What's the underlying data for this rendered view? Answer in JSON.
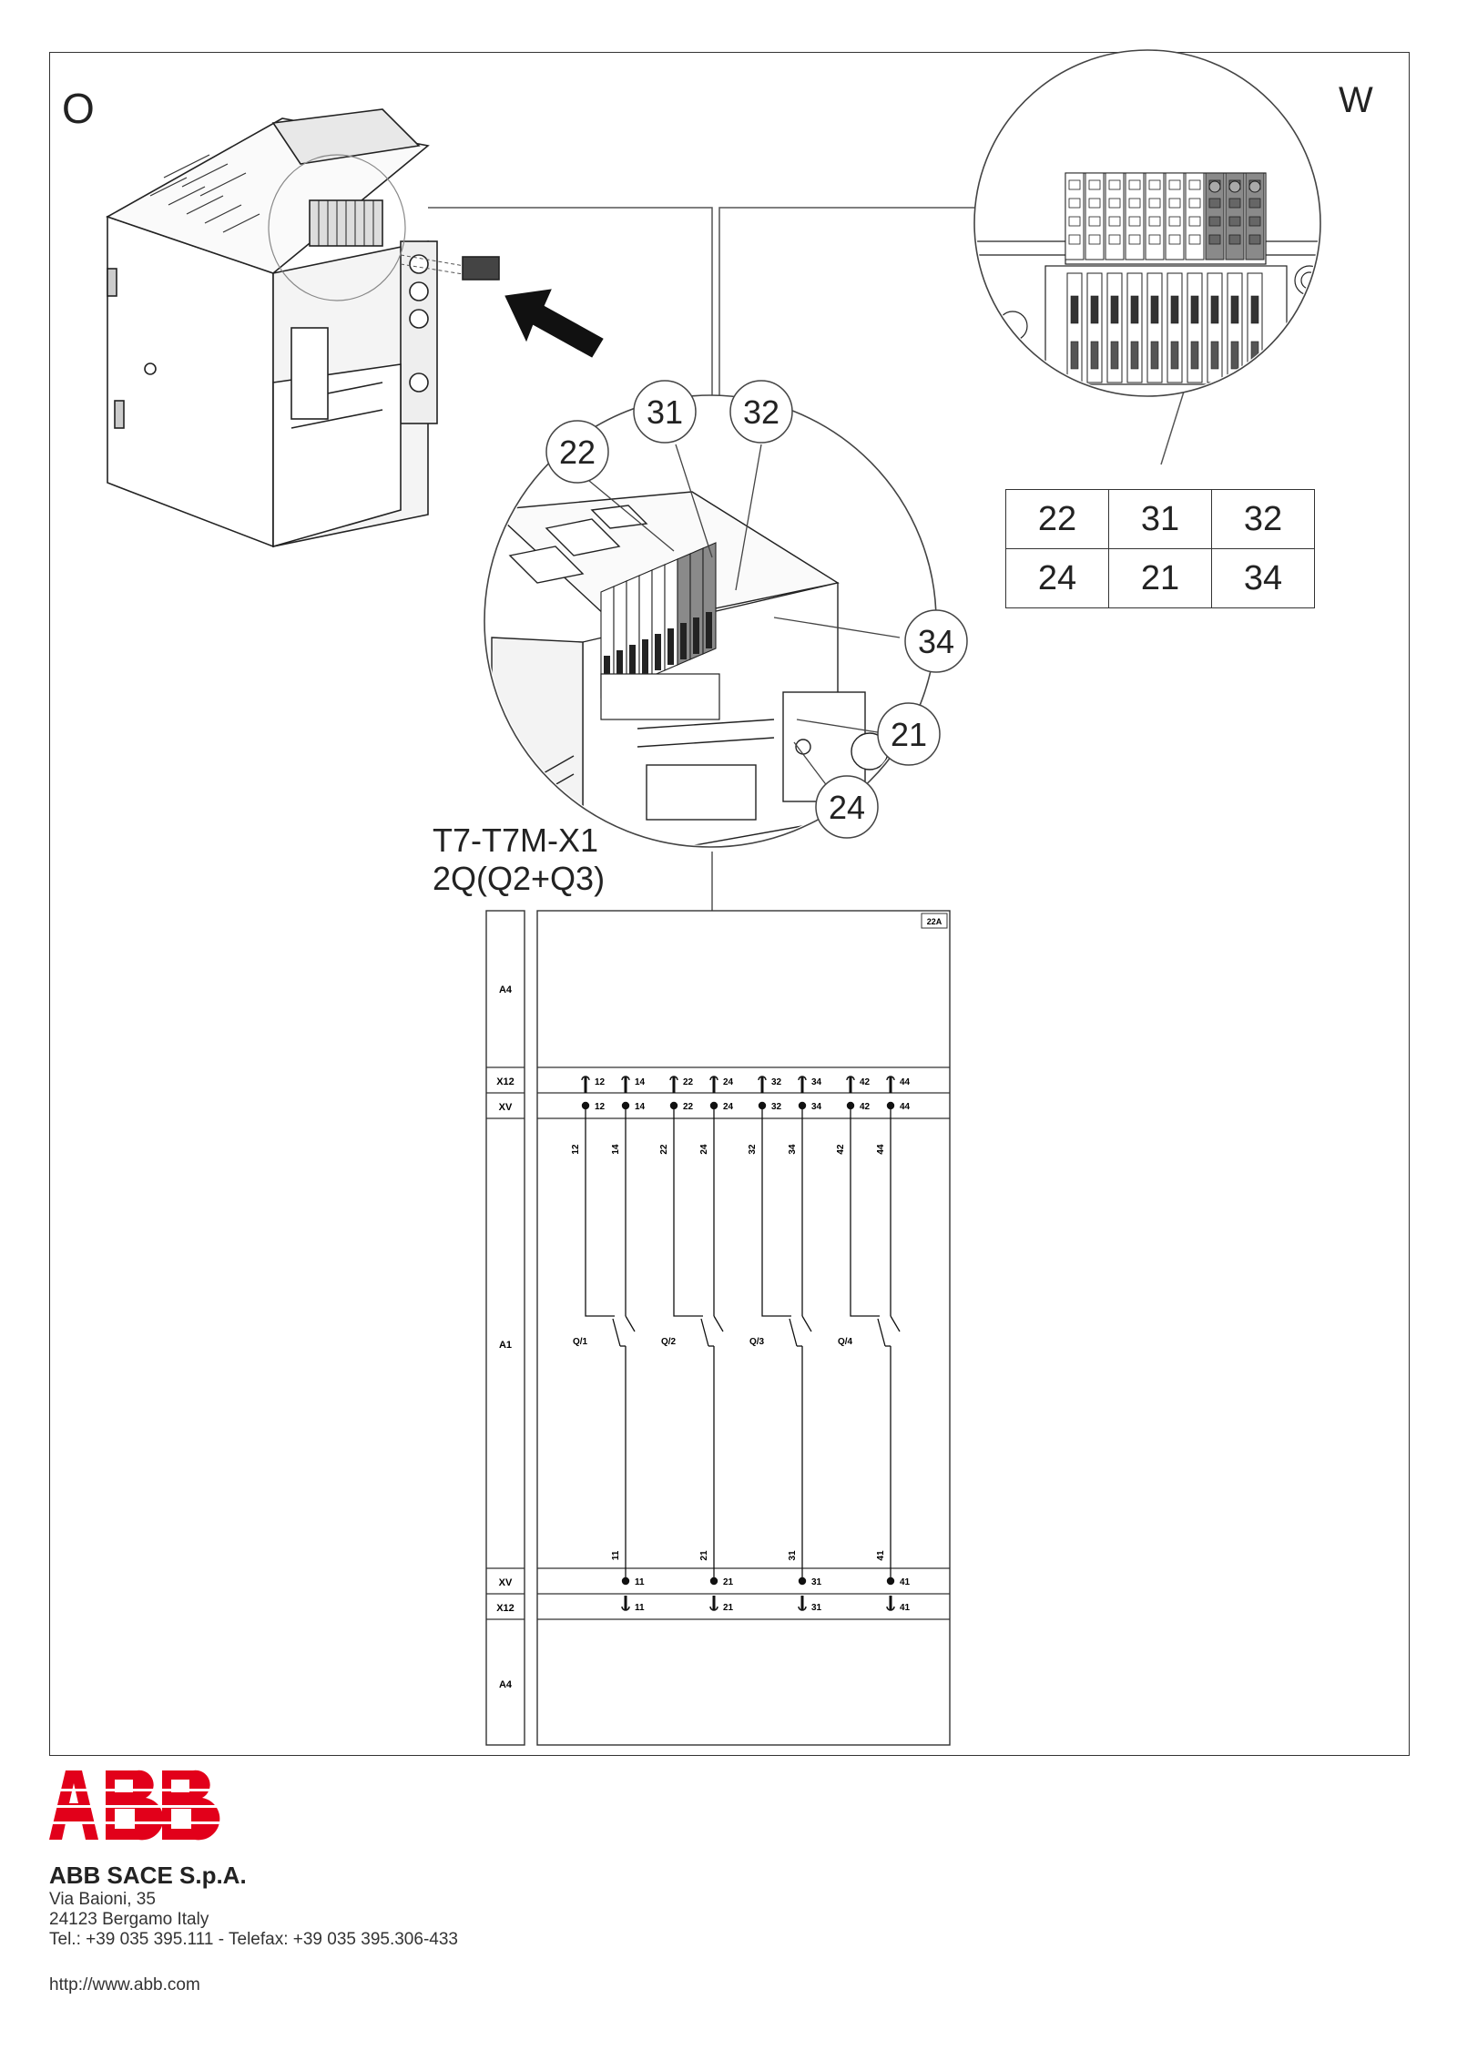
{
  "page": {
    "left_mark": "O",
    "right_mark": "W",
    "model": {
      "line1": "T7-T7M-X1",
      "line2": "2Q(Q2+Q3)"
    }
  },
  "callouts": [
    "31",
    "32",
    "22",
    "34",
    "21",
    "24"
  ],
  "terminal_table": {
    "rows": [
      [
        "22",
        "31",
        "32"
      ],
      [
        "24",
        "21",
        "34"
      ]
    ]
  },
  "schematic": {
    "ref_badge": "22A",
    "row_labels": {
      "top_area": "A4",
      "x12_top": "X12",
      "xv_top": "XV",
      "main_area": "A1",
      "xv_bottom": "XV",
      "x12_bottom": "X12",
      "bottom_area": "A4"
    },
    "top_terminals": [
      "12",
      "14",
      "22",
      "24",
      "32",
      "34",
      "42",
      "44"
    ],
    "switches": [
      {
        "name": "Q/1",
        "nc": "12",
        "no": "14",
        "common": "11"
      },
      {
        "name": "Q/2",
        "nc": "22",
        "no": "24",
        "common": "21"
      },
      {
        "name": "Q/3",
        "nc": "32",
        "no": "34",
        "common": "31"
      },
      {
        "name": "Q/4",
        "nc": "42",
        "no": "44",
        "common": "41"
      }
    ],
    "bottom_terminals": [
      "11",
      "21",
      "31",
      "41"
    ]
  },
  "footer": {
    "company": "ABB SACE S.p.A.",
    "address_line1": "Via Baioni, 35",
    "address_line2": "24123 Bergamo Italy",
    "phone": "Tel.: +39 035 395.111 - Telefax: +39 035 395.306-433",
    "website": "http://www.abb.com"
  },
  "colors": {
    "logo_red": "#e2001a",
    "line": "#333333",
    "highlight_grey": "#8a8a8a"
  }
}
